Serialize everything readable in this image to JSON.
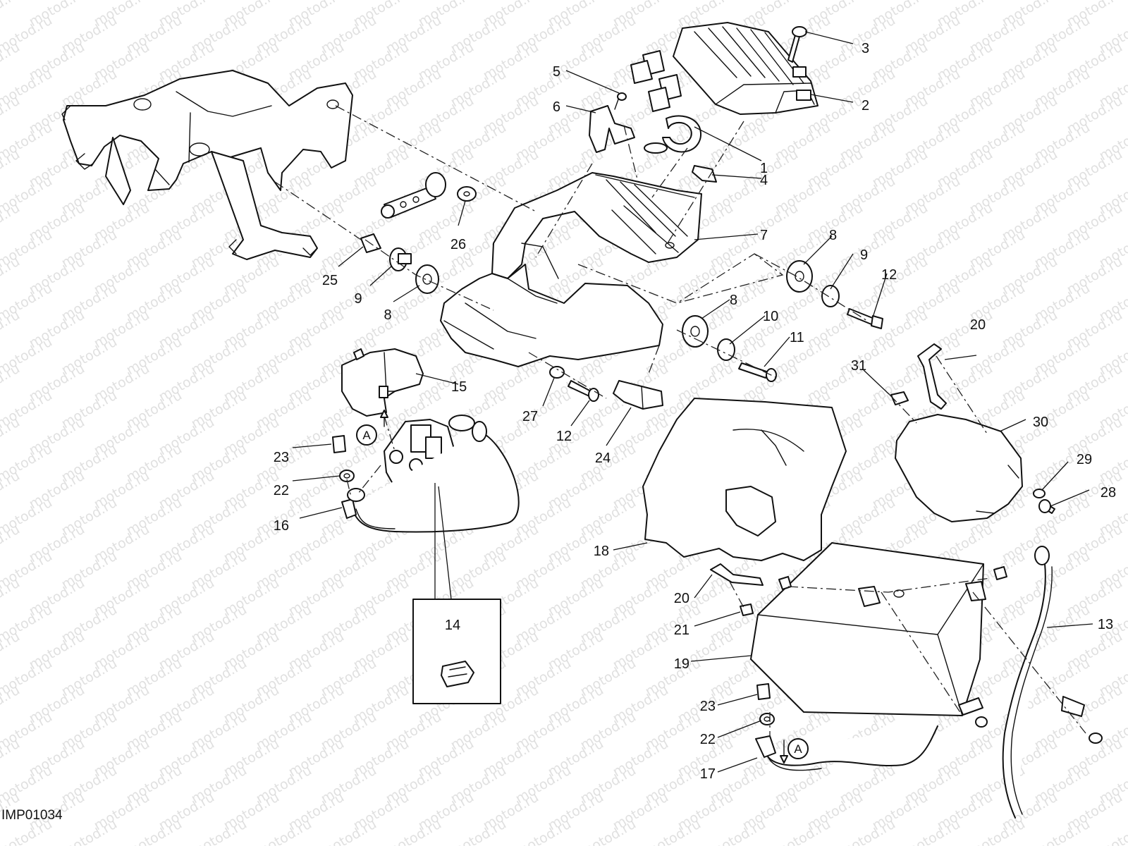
{
  "diagram_code": "IMP01034",
  "watermark": "motod.ru",
  "reference_mark": "A",
  "callouts": [
    "1",
    "2",
    "3",
    "4",
    "5",
    "6",
    "7",
    "8",
    "9",
    "10",
    "11",
    "12",
    "13",
    "14",
    "15",
    "16",
    "17",
    "18",
    "19",
    "20",
    "21",
    "22",
    "23",
    "24",
    "25",
    "26",
    "27",
    "28",
    "29",
    "30",
    "31"
  ],
  "colors": {
    "line": "#111111",
    "watermark": "#c8c8c8",
    "background": "#ffffff"
  }
}
